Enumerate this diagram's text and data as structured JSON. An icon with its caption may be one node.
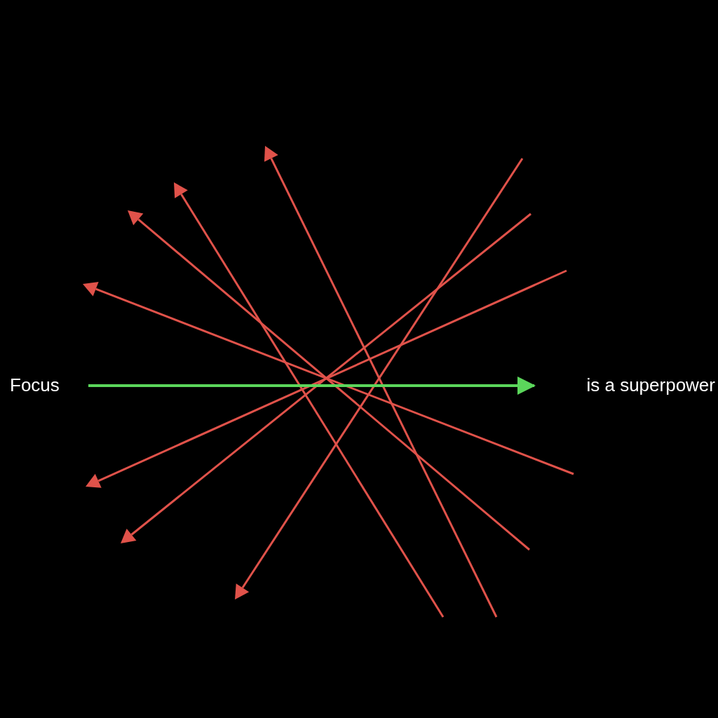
{
  "diagram": {
    "nodes": [
      {
        "text": [
          "Focus"
        ]
      },
      {
        "text": [
          "is a superpower"
        ]
      }
    ],
    "edges": [
      {
        "from": 0,
        "to": 1,
        "arrow": "to"
      }
    ]
  }
}
